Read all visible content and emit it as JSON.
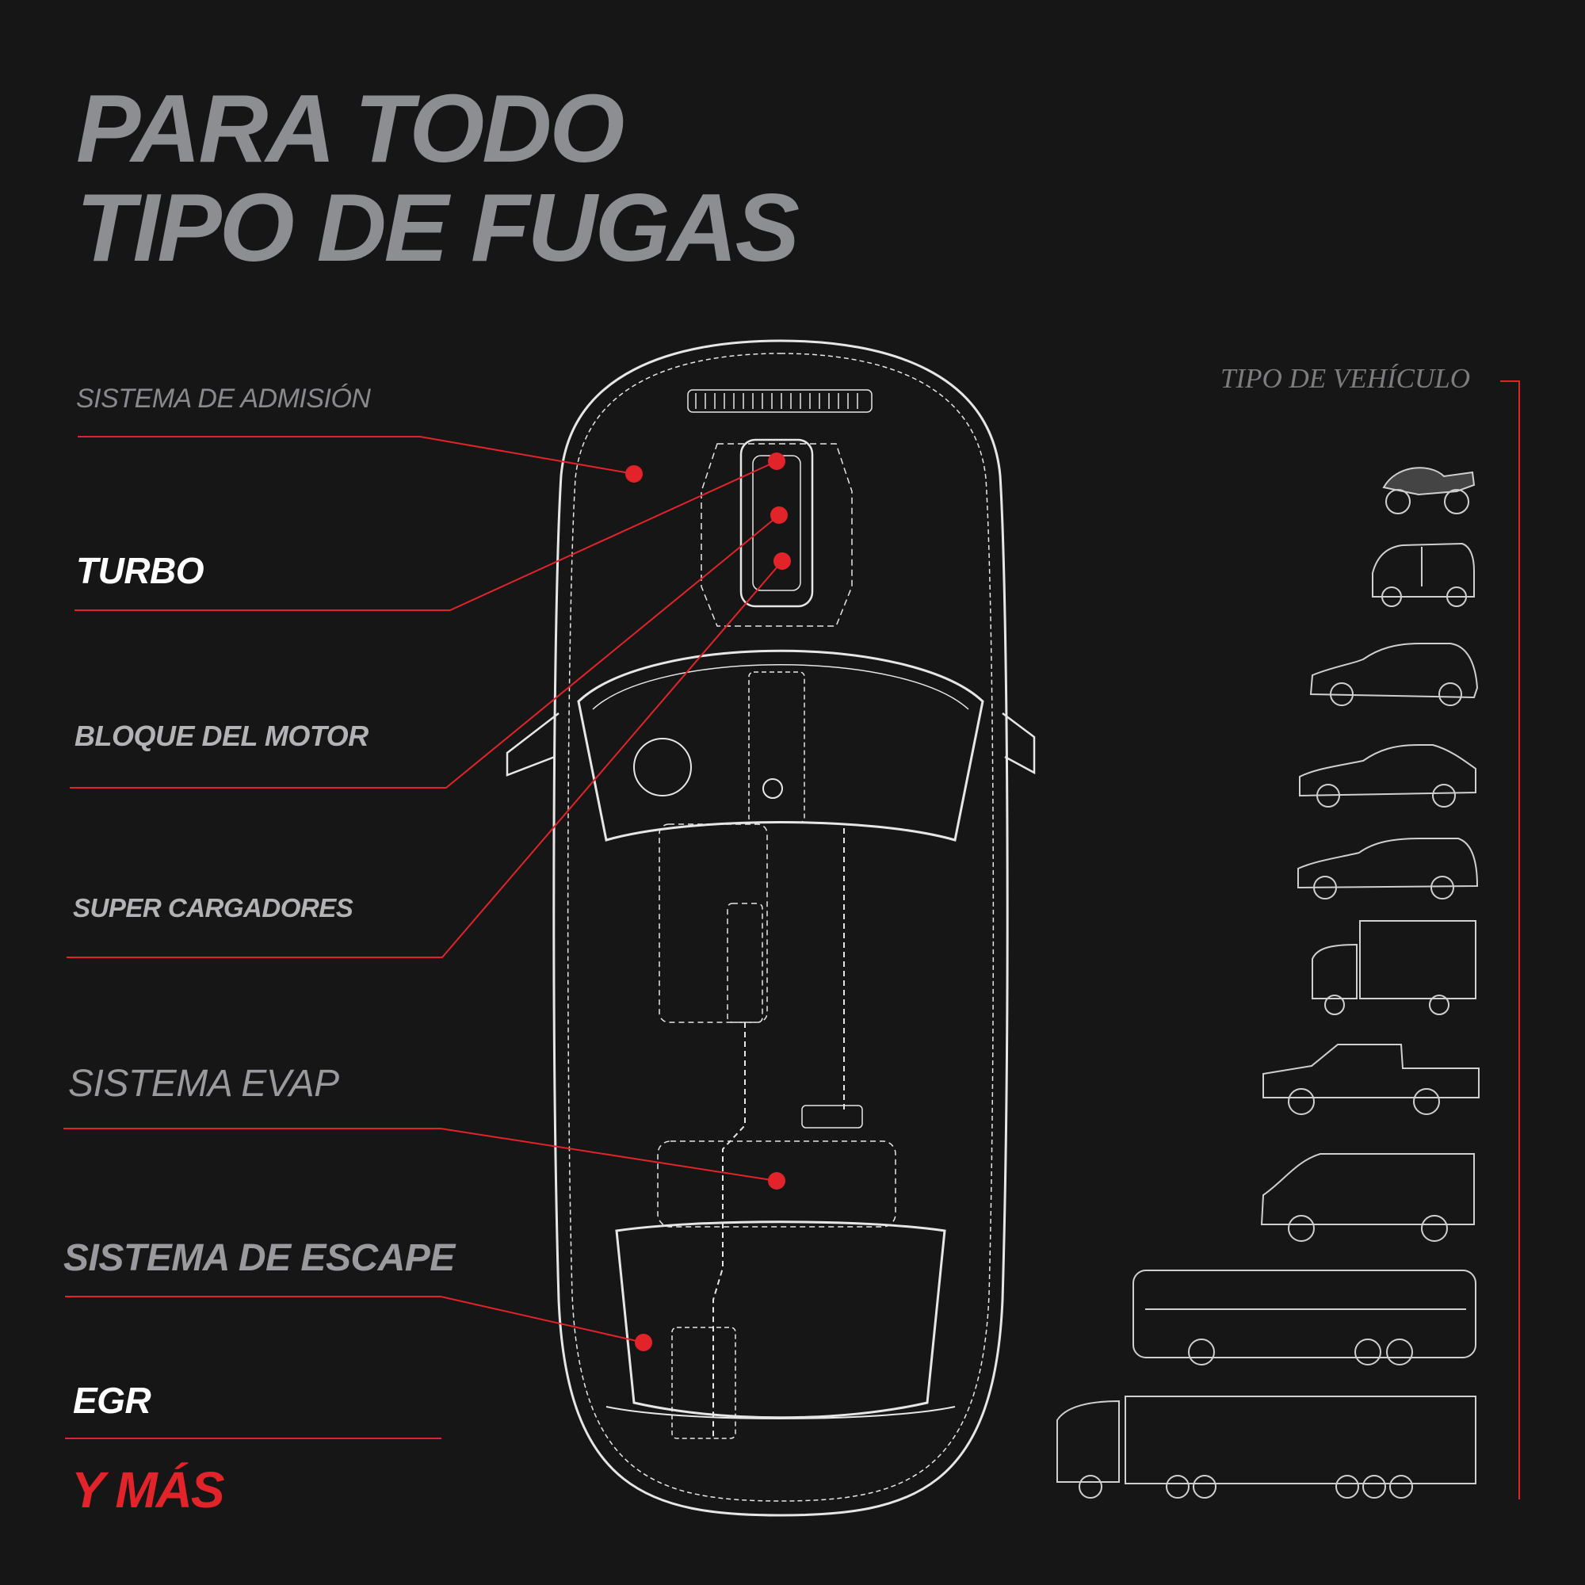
{
  "headline": {
    "line1": "PARA TODO",
    "line2": "TIPO DE FUGAS"
  },
  "leak_labels": {
    "intake": "SISTEMA DE ADMISIÓN",
    "turbo": "TURBO",
    "engine_block": "BLOQUE DEL MOTOR",
    "superchargers": "SUPER CARGADORES",
    "evap": "SISTEMA EVAP",
    "exhaust": "SISTEMA DE ESCAPE",
    "egr": "EGR",
    "more": "Y MÁS"
  },
  "vehicle_panel": {
    "title": "TIPO DE VEHÍCULO",
    "icons": [
      "motorcycle-icon",
      "city-car-icon",
      "hatchback-icon",
      "sedan-icon",
      "wagon-icon",
      "box-truck-icon",
      "pickup-icon",
      "van-icon",
      "bus-icon",
      "semi-truck-icon"
    ]
  },
  "colors": {
    "background": "#161616",
    "accent": "#e2242a",
    "headline": "#8d8e92",
    "line_art": "#e6e6e6"
  }
}
